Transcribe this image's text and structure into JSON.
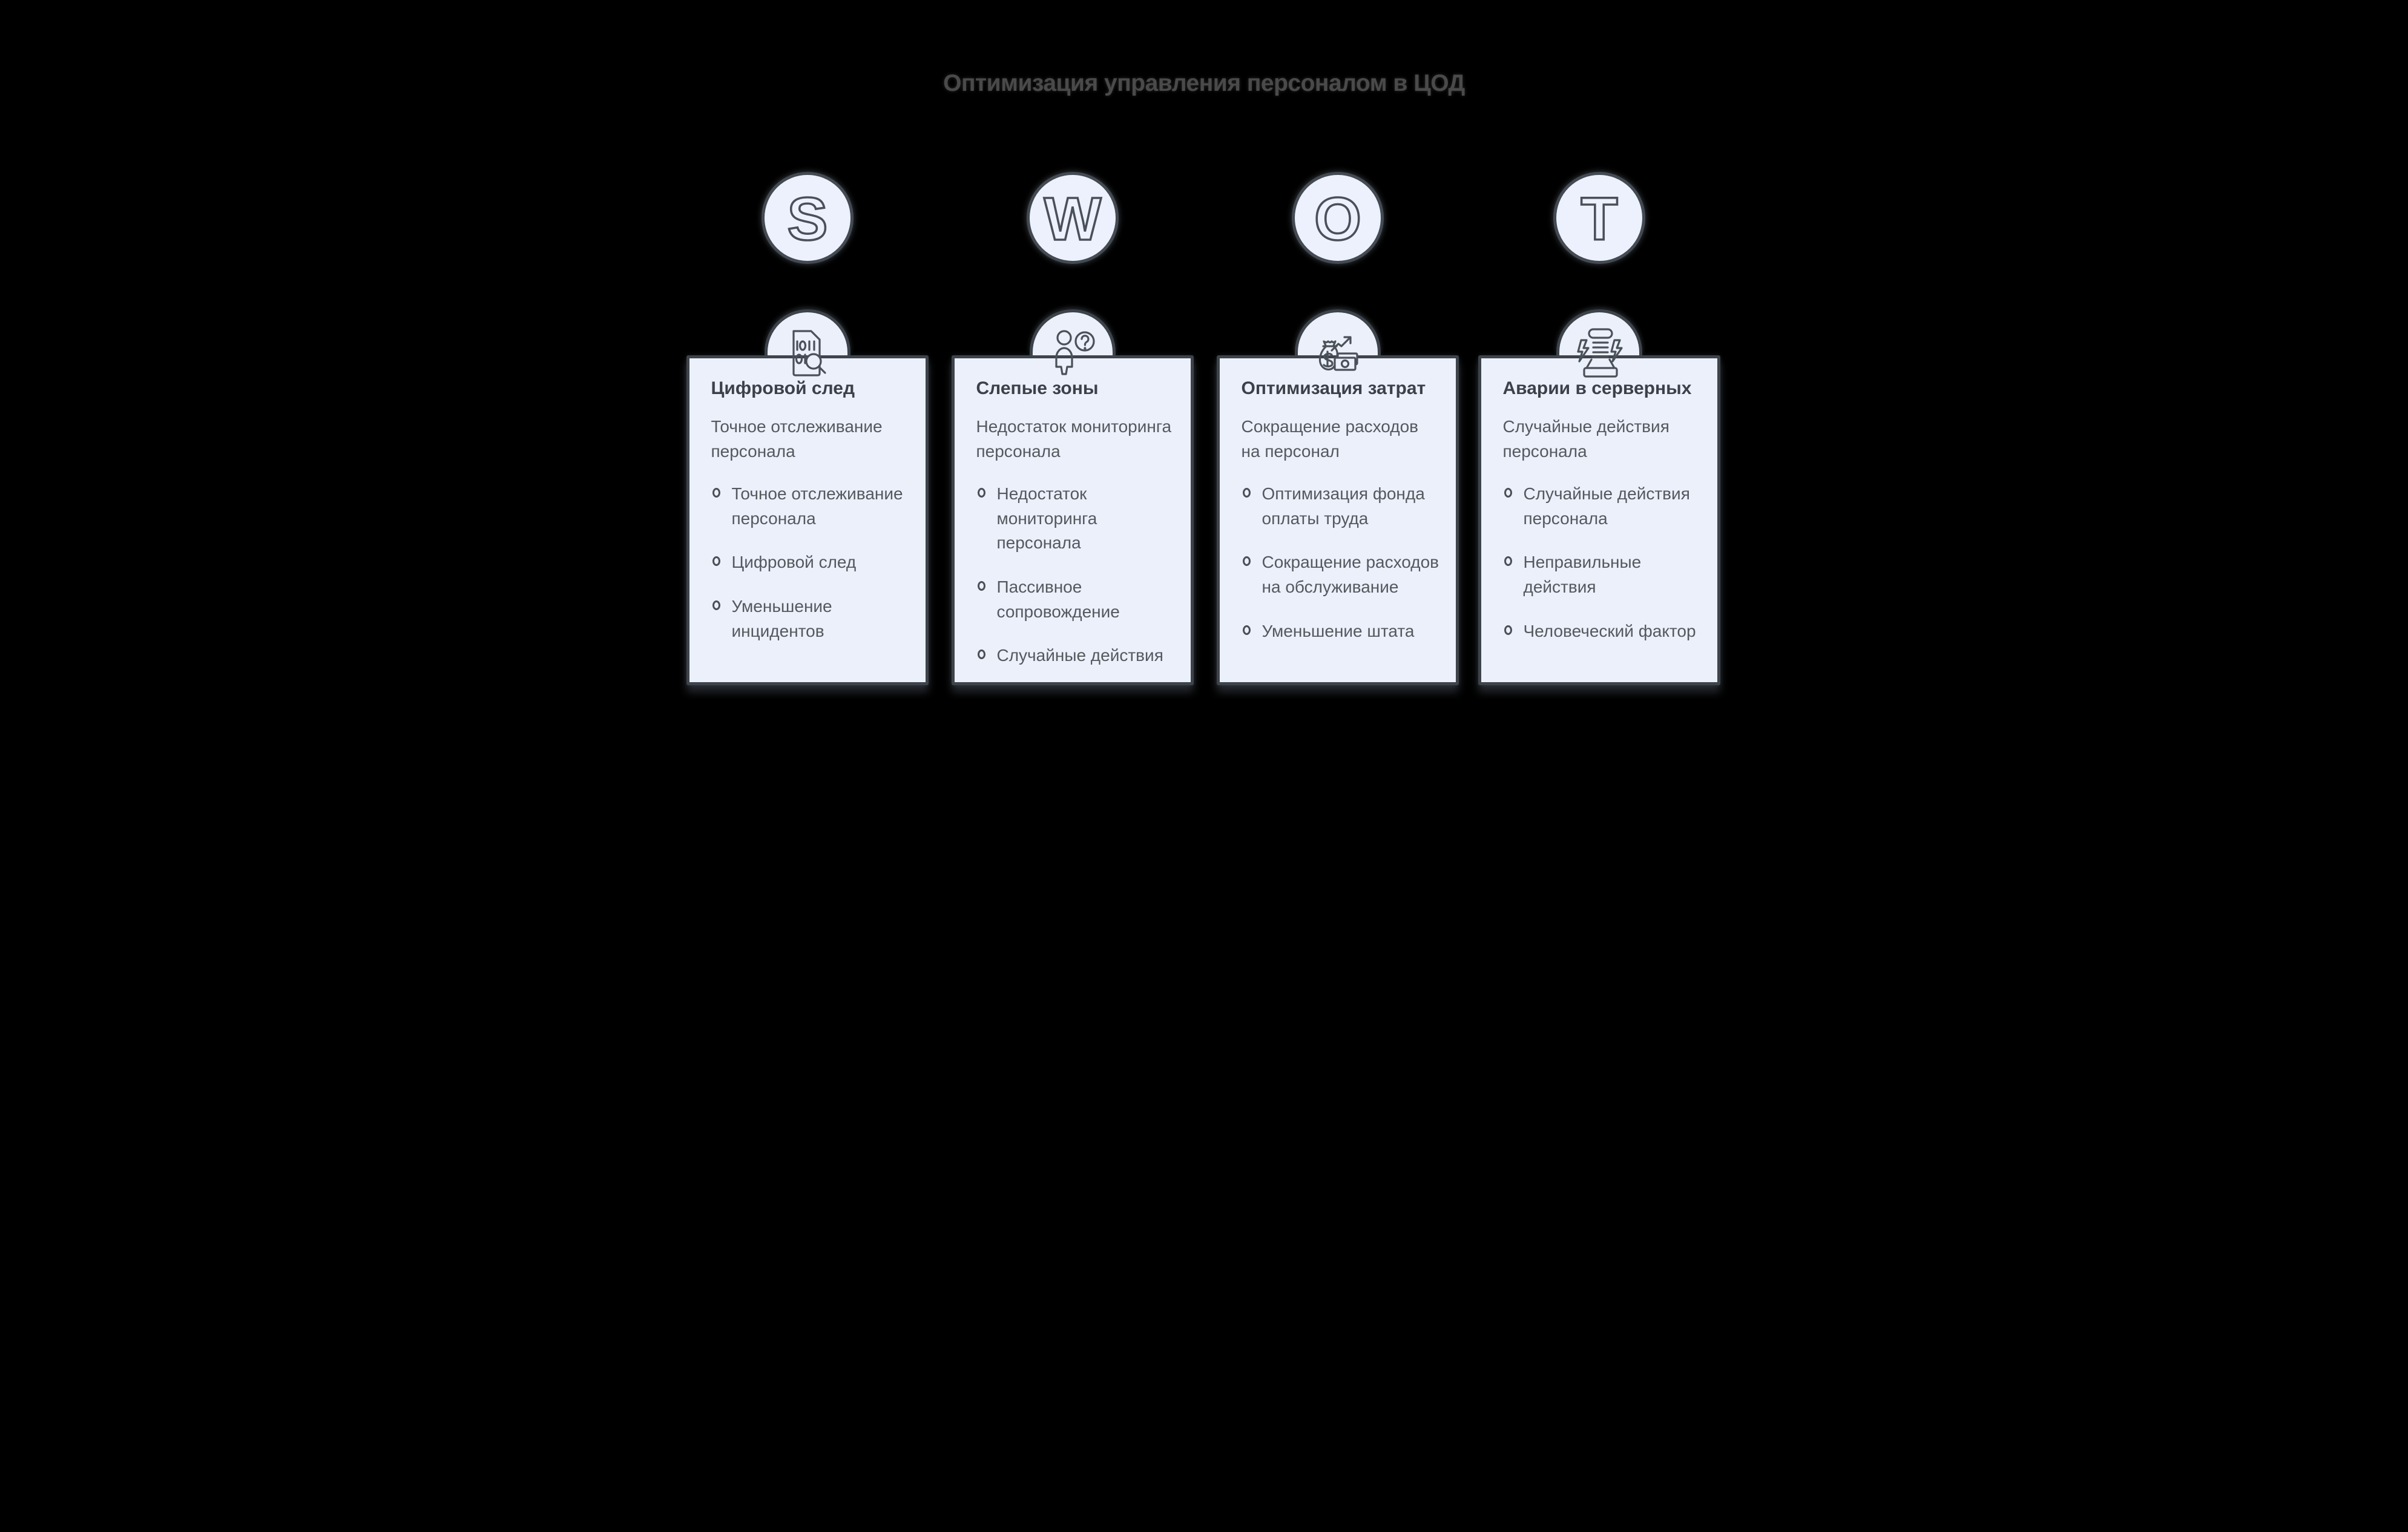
{
  "title": "Оптимизация управления персоналом в ЦОД",
  "colors": {
    "background": "#000000",
    "card_fill": "#ecf0fb",
    "circle_fill": "#edf1fd",
    "border": "#3d434a",
    "heading_text": "#3b4149",
    "body_text": "#54595f",
    "title_text": "#4a4a4a"
  },
  "columns": [
    {
      "letter": "S",
      "icon": "document-search-icon",
      "heading": "Цифровой след",
      "subtitle": "Точное отслеживание персонала",
      "bullets": [
        "Точное отслеживание персонала",
        "Цифровой след",
        "Уменьшение инцидентов"
      ]
    },
    {
      "letter": "W",
      "icon": "person-question-icon",
      "heading": "Слепые зоны",
      "subtitle": "Недостаток мониторинга персонала",
      "bullets": [
        "Недостаток мониторинга персонала",
        "Пассивное сопровождение",
        "Случайные действия"
      ]
    },
    {
      "letter": "O",
      "icon": "money-growth-icon",
      "heading": "Оптимизация затрат",
      "subtitle": "Сокращение расходов на персонал",
      "bullets": [
        "Оптимизация фонда оплаты труда",
        "Сокращение расходов на обслуживание",
        "Уменьшение штата"
      ]
    },
    {
      "letter": "T",
      "icon": "server-lightning-icon",
      "heading": "Аварии в серверных",
      "subtitle": "Случайные действия персонала",
      "bullets": [
        "Случайные действия персонала",
        "Неправильные действия",
        "Человеческий фактор"
      ]
    }
  ]
}
